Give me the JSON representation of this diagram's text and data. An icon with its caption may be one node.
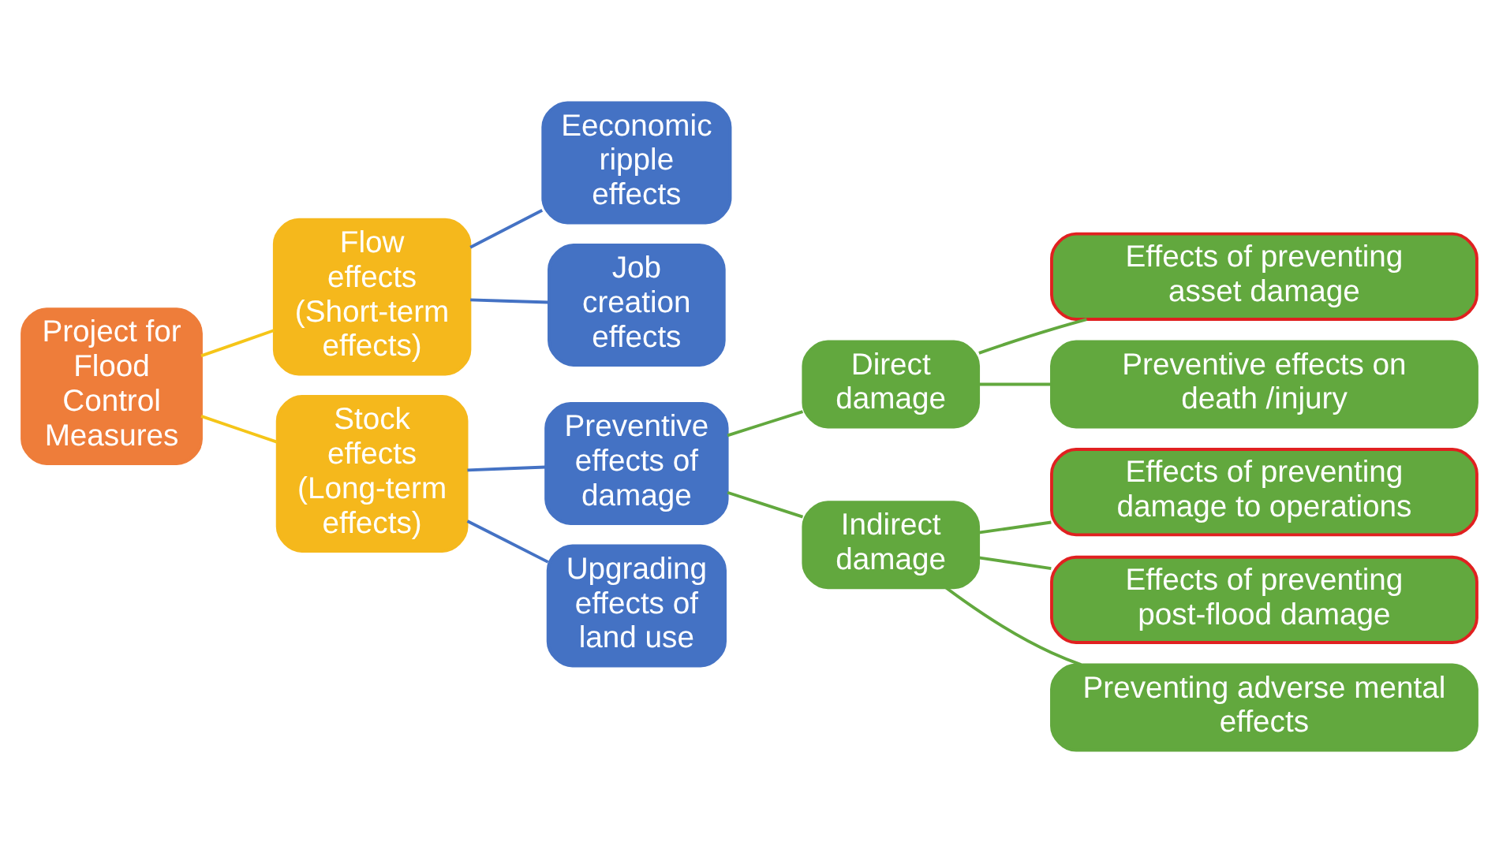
{
  "diagram": {
    "nodes": [
      {
        "text": [
          "Project for Flood Control Measures"
        ]
      },
      {
        "text": [
          "Flow effects (Short-term effects)"
        ]
      },
      {
        "text": [
          "Stock effects (Long-term effects)"
        ]
      },
      {
        "text": [
          "Eeconomic ripple effects"
        ]
      },
      {
        "text": [
          "Job creation effects"
        ]
      },
      {
        "text": [
          "Preventive effects of damage"
        ]
      },
      {
        "text": [
          "Upgrading effects of land use"
        ]
      },
      {
        "text": [
          "Direct damage"
        ]
      },
      {
        "text": [
          "Indirect damage"
        ]
      },
      {
        "text": [
          "Effects of preventing asset damage"
        ]
      },
      {
        "text": [
          "Preventive effects on death /injury"
        ]
      },
      {
        "text": [
          "Effects of preventing damage to operations"
        ]
      },
      {
        "text": [
          "Effects of preventing post-flood damage"
        ]
      },
      {
        "text": [
          "Preventing adverse mental effects"
        ]
      }
    ],
    "edges": [
      {
        "from": 0,
        "to": 1,
        "arrow": "none",
        "color": "#f5c518"
      },
      {
        "from": 0,
        "to": 2,
        "arrow": "none",
        "color": "#f5c518"
      },
      {
        "from": 1,
        "to": 3,
        "arrow": "none",
        "color": "#4472c4"
      },
      {
        "from": 1,
        "to": 4,
        "arrow": "none",
        "color": "#4472c4"
      },
      {
        "from": 2,
        "to": 5,
        "arrow": "none",
        "color": "#4472c4"
      },
      {
        "from": 2,
        "to": 6,
        "arrow": "none",
        "color": "#4472c4"
      },
      {
        "from": 5,
        "to": 7,
        "arrow": "none"
      },
      {
        "from": 5,
        "to": 8,
        "arrow": "none"
      },
      {
        "from": 7,
        "to": 9,
        "arrow": "none"
      },
      {
        "from": 7,
        "to": 10,
        "arrow": "none"
      },
      {
        "from": 8,
        "to": 11,
        "arrow": "none"
      },
      {
        "from": 8,
        "to": 12,
        "arrow": "none"
      },
      {
        "from": 8,
        "to": 13,
        "arrow": "none"
      }
    ]
  }
}
